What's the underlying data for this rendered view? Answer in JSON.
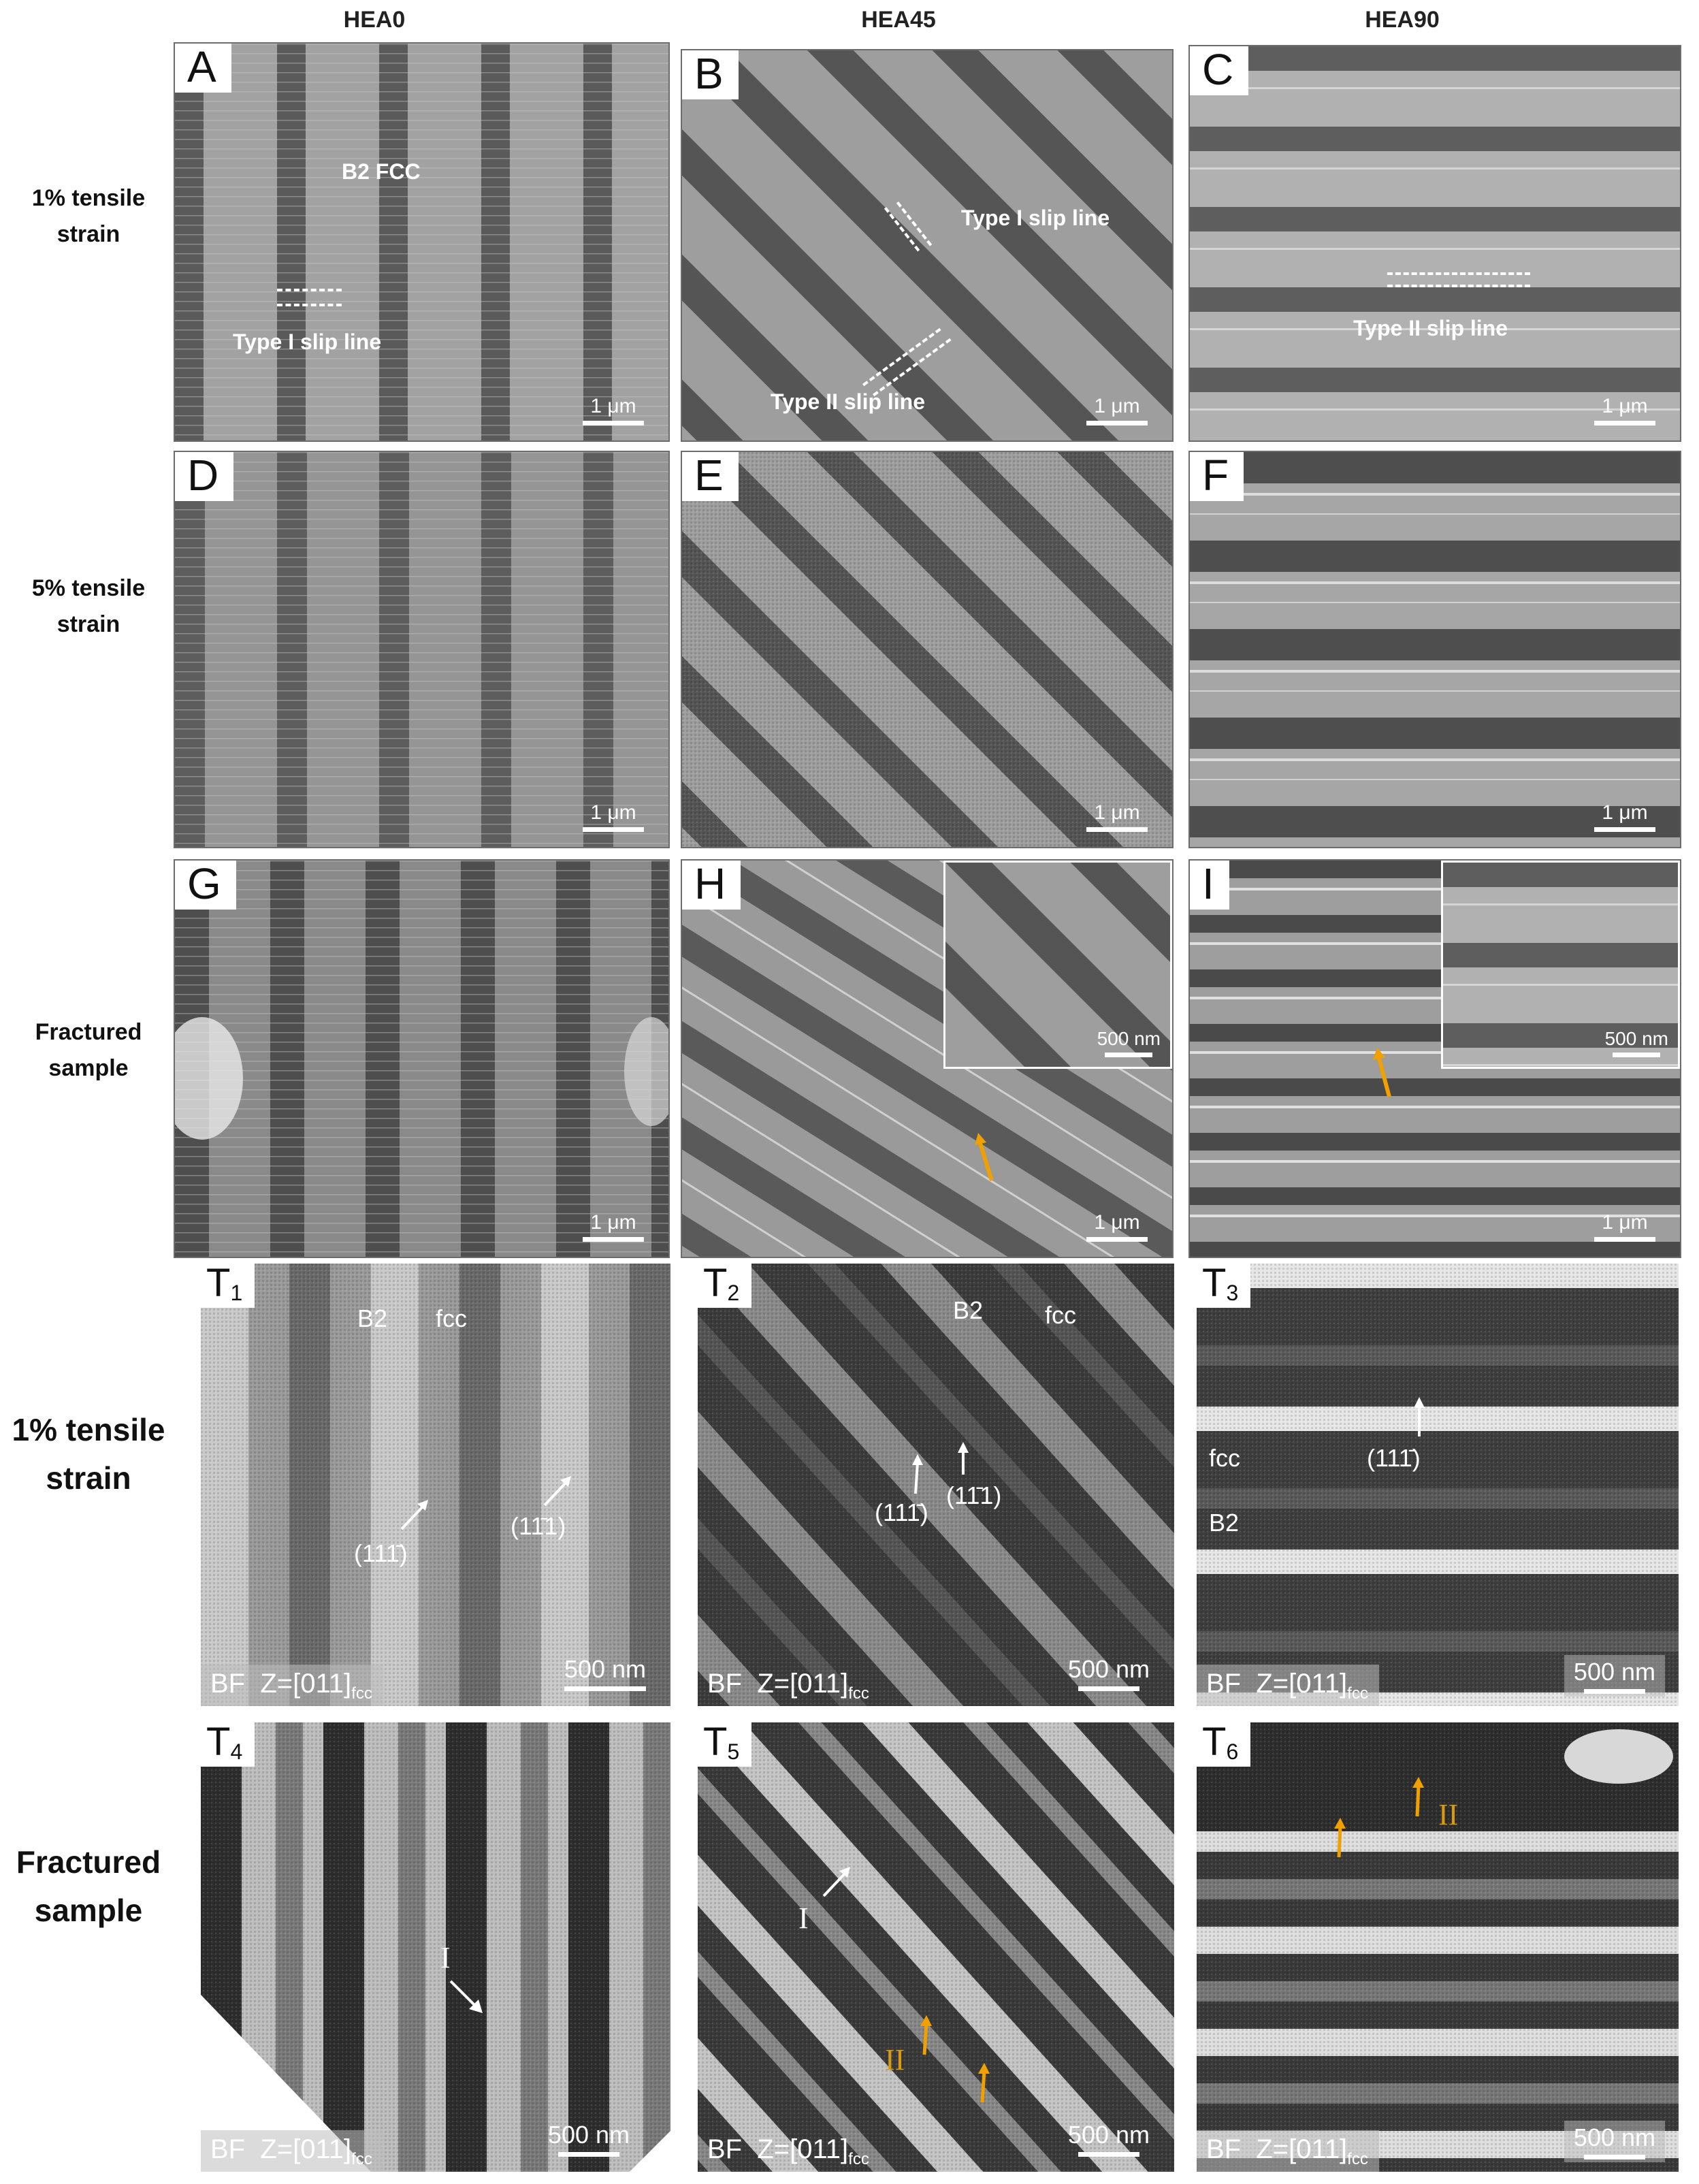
{
  "columns": [
    "HEA0",
    "HEA45",
    "HEA90"
  ],
  "row_labels": {
    "row1": [
      "1% tensile",
      "strain"
    ],
    "row2": [
      "5% tensile",
      "strain"
    ],
    "row3": [
      "Fractured",
      "sample"
    ],
    "row4": [
      "1% tensile",
      "strain"
    ],
    "row5": [
      "Fractured",
      "sample"
    ]
  },
  "panels": {
    "A": {
      "letter": "A",
      "scale": "1 μm",
      "annotations": {
        "phases": "B2 FCC",
        "slip": "Type I slip line"
      }
    },
    "B": {
      "letter": "B",
      "scale": "1 μm",
      "annotations": {
        "slip1": "Type I slip line",
        "slip2": "Type II slip line"
      }
    },
    "C": {
      "letter": "C",
      "scale": "1 μm",
      "annotations": {
        "slip": "Type II slip line"
      }
    },
    "D": {
      "letter": "D",
      "scale": "1 μm"
    },
    "E": {
      "letter": "E",
      "scale": "1 μm"
    },
    "F": {
      "letter": "F",
      "scale": "1 μm"
    },
    "G": {
      "letter": "G",
      "scale": "1 μm"
    },
    "H": {
      "letter": "H",
      "scale": "1 μm",
      "inset_scale": "500 nm"
    },
    "I": {
      "letter": "I",
      "scale": "1 μm",
      "inset_scale": "500 nm"
    },
    "T1": {
      "letter": "T",
      "sub": "1",
      "scale": "500 nm",
      "imaging": "BF",
      "zone": "Z=[011]",
      "zone_sub": "fcc",
      "annotations": {
        "b2": "B2",
        "fcc": "fcc",
        "plane1": "(111̄)",
        "plane2": "(11̄1)"
      }
    },
    "T2": {
      "letter": "T",
      "sub": "2",
      "scale": "500 nm",
      "imaging": "BF",
      "zone": "Z=[011]",
      "zone_sub": "fcc",
      "annotations": {
        "b2": "B2",
        "fcc": "fcc",
        "plane1": "(111̄)",
        "plane2": "(11̄1)"
      }
    },
    "T3": {
      "letter": "T",
      "sub": "3",
      "scale": "500 nm",
      "imaging": "BF",
      "zone": "Z=[011]",
      "zone_sub": "fcc",
      "annotations": {
        "fcc": "fcc",
        "b2": "B2",
        "plane1": "(111̄)"
      }
    },
    "T4": {
      "letter": "T",
      "sub": "4",
      "scale": "500 nm",
      "imaging": "BF",
      "zone": "Z=[011]",
      "zone_sub": "fcc",
      "annotations": {
        "type1": "I"
      }
    },
    "T5": {
      "letter": "T",
      "sub": "5",
      "scale": "500 nm",
      "imaging": "BF",
      "zone": "Z=[011]",
      "zone_sub": "fcc",
      "annotations": {
        "type1": "I",
        "type2": "II"
      }
    },
    "T6": {
      "letter": "T",
      "sub": "6",
      "scale": "500 nm",
      "imaging": "BF",
      "zone": "Z=[011]",
      "zone_sub": "fcc",
      "annotations": {
        "type2": "II"
      }
    }
  },
  "colors": {
    "arrow_yellow": "#f0a000",
    "roman_yellow": "#d89a10",
    "annotation_white": "#ffffff"
  }
}
